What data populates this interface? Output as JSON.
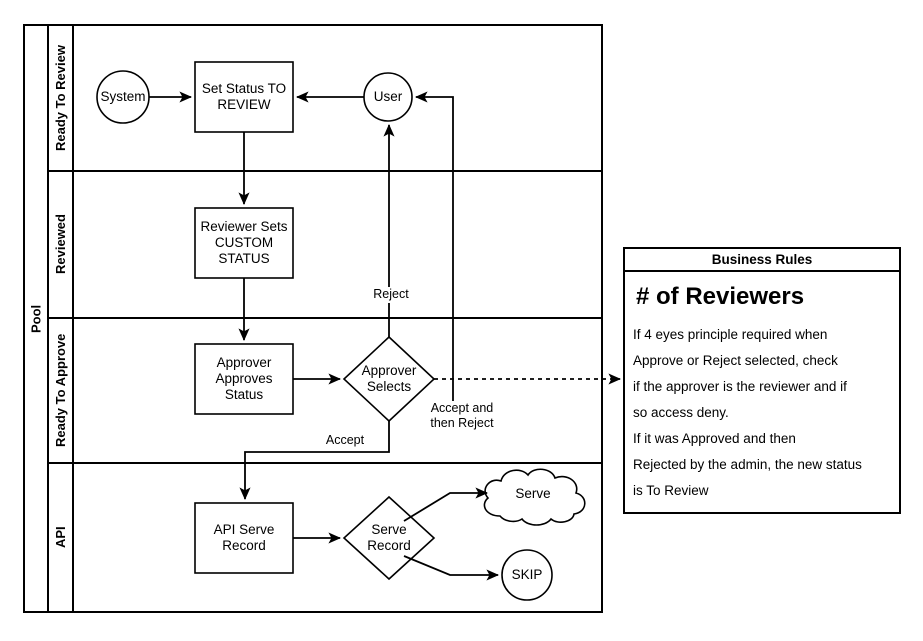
{
  "diagram": {
    "type": "bpmn-swimlane-flowchart",
    "pool": {
      "label": "Pool"
    },
    "lanes": [
      {
        "id": "ready-to-review",
        "label": "Ready To Review"
      },
      {
        "id": "reviewed",
        "label": "Reviewed"
      },
      {
        "id": "ready-to-approve",
        "label": "Ready To Approve"
      },
      {
        "id": "api",
        "label": "API"
      }
    ],
    "nodes": [
      {
        "id": "system",
        "shape": "circle",
        "label": "System",
        "lane": "ready-to-review"
      },
      {
        "id": "set-status",
        "shape": "rect",
        "label": "Set Status TO\nREVIEW",
        "lane": "ready-to-review"
      },
      {
        "id": "user",
        "shape": "circle",
        "label": "User",
        "lane": "ready-to-review"
      },
      {
        "id": "reviewer-sets",
        "shape": "rect",
        "label": "Reviewer Sets\nCUSTOM\nSTATUS",
        "lane": "reviewed"
      },
      {
        "id": "approver-approves",
        "shape": "rect",
        "label": "Approver\nApproves\nStatus",
        "lane": "ready-to-approve"
      },
      {
        "id": "approver-selects",
        "shape": "diamond",
        "label": "Approver\nSelects",
        "lane": "ready-to-approve"
      },
      {
        "id": "api-serve-record",
        "shape": "rect",
        "label": "API Serve\nRecord",
        "lane": "api"
      },
      {
        "id": "serve-record",
        "shape": "diamond",
        "label": "Serve\nRecord",
        "lane": "api"
      },
      {
        "id": "serve",
        "shape": "cloud",
        "label": "Serve",
        "lane": "api"
      },
      {
        "id": "skip",
        "shape": "circle",
        "label": "SKIP",
        "lane": "api"
      }
    ],
    "edges": [
      {
        "id": "e1",
        "from": "system",
        "to": "set-status",
        "label": "",
        "style": "solid"
      },
      {
        "id": "e2",
        "from": "user",
        "to": "set-status",
        "label": "",
        "style": "solid"
      },
      {
        "id": "e3",
        "from": "set-status",
        "to": "reviewer-sets",
        "label": "",
        "style": "solid"
      },
      {
        "id": "e4",
        "from": "reviewer-sets",
        "to": "approver-approves",
        "label": "",
        "style": "solid"
      },
      {
        "id": "e5",
        "from": "approver-approves",
        "to": "approver-selects",
        "label": "",
        "style": "solid"
      },
      {
        "id": "e6",
        "from": "approver-selects",
        "to": "user",
        "label": "Reject",
        "style": "solid"
      },
      {
        "id": "e7",
        "from": "approver-selects",
        "to": "user",
        "label": "Accept and\nthen Reject",
        "style": "solid"
      },
      {
        "id": "e8",
        "from": "approver-selects",
        "to": "api-serve-record",
        "label": "Accept",
        "style": "solid"
      },
      {
        "id": "e9",
        "from": "approver-selects",
        "to": "business-rules",
        "label": "",
        "style": "dashed"
      },
      {
        "id": "e10",
        "from": "api-serve-record",
        "to": "serve-record",
        "label": "",
        "style": "solid"
      },
      {
        "id": "e11",
        "from": "serve-record",
        "to": "serve",
        "label": "",
        "style": "solid"
      },
      {
        "id": "e12",
        "from": "serve-record",
        "to": "skip",
        "label": "",
        "style": "solid"
      }
    ],
    "edge_labels": {
      "reject": "Reject",
      "accept_then_reject": "Accept and\nthen Reject",
      "accept": "Accept"
    }
  },
  "business_rules": {
    "title": "Business Rules",
    "heading": "# of Reviewers",
    "body": "If 4  eyes principle required when\nApprove or Reject selected, check\nif the approver is the reviewer and if\nso access deny.\nIf it was Approved and then\nRejected by the admin, the new status\nis To Review"
  },
  "colors": {
    "stroke": "#000000",
    "fill": "#ffffff",
    "background": "#ffffff",
    "text": "#000000"
  }
}
